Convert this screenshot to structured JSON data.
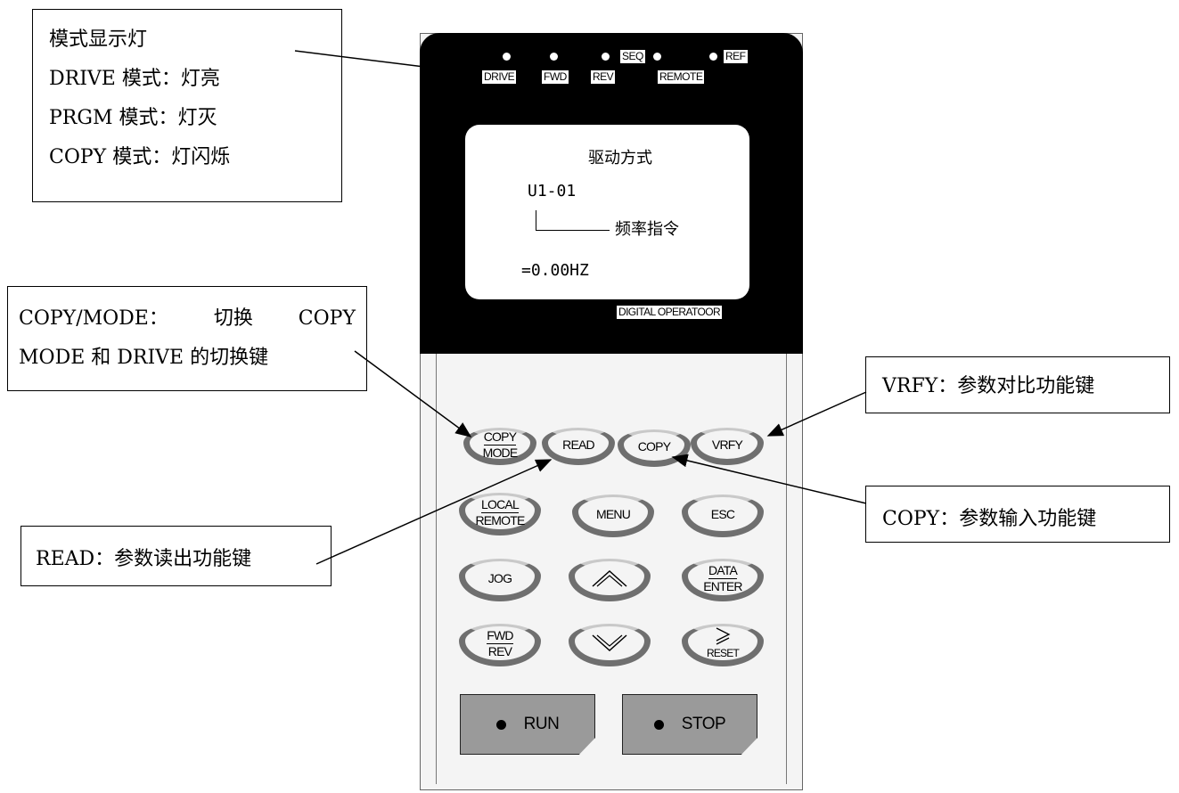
{
  "callouts": {
    "mode_lamp": {
      "title": "模式显示灯",
      "drive": "DRIVE 模式：灯亮",
      "prgm": "PRGM 模式：灯灭",
      "copy": "COPY 模式：灯闪烁"
    },
    "copy_mode": {
      "line1_a": "COPY/MODE：",
      "line1_b": "切换",
      "line1_c": "COPY",
      "line2": "MODE 和 DRIVE 的切换键"
    },
    "vrfy": "VRFY：参数对比功能键",
    "copy": "COPY：参数输入功能键",
    "read": "READ：参数读出功能键"
  },
  "indicators": {
    "drive": "DRIVE",
    "fwd": "FWD",
    "rev": "REV",
    "seq": "SEQ",
    "remote": "REMOTE",
    "ref": "REF"
  },
  "display": {
    "title": "驱动方式",
    "code": "U1-01",
    "label": "频率指令",
    "value": "=0.00HZ"
  },
  "brand": "DIGITAL OPERATOOR",
  "keys": {
    "copy_mode_top": "COPY",
    "copy_mode_bottom": "MODE",
    "read": "READ",
    "copy": "COPY",
    "vrfy": "VRFY",
    "local_top": "LOCAL",
    "local_bottom": "REMOTE",
    "menu": "MENU",
    "esc": "ESC",
    "jog": "JOG",
    "up_icon": "up-chevron-icon",
    "data_top": "DATA",
    "data_bottom": "ENTER",
    "fwd_top": "FWD",
    "fwd_bottom": "REV",
    "down_icon": "down-chevron-icon",
    "reset_icon": "greater-equal-icon",
    "reset": "RESET",
    "run": "RUN",
    "stop": "STOP"
  }
}
